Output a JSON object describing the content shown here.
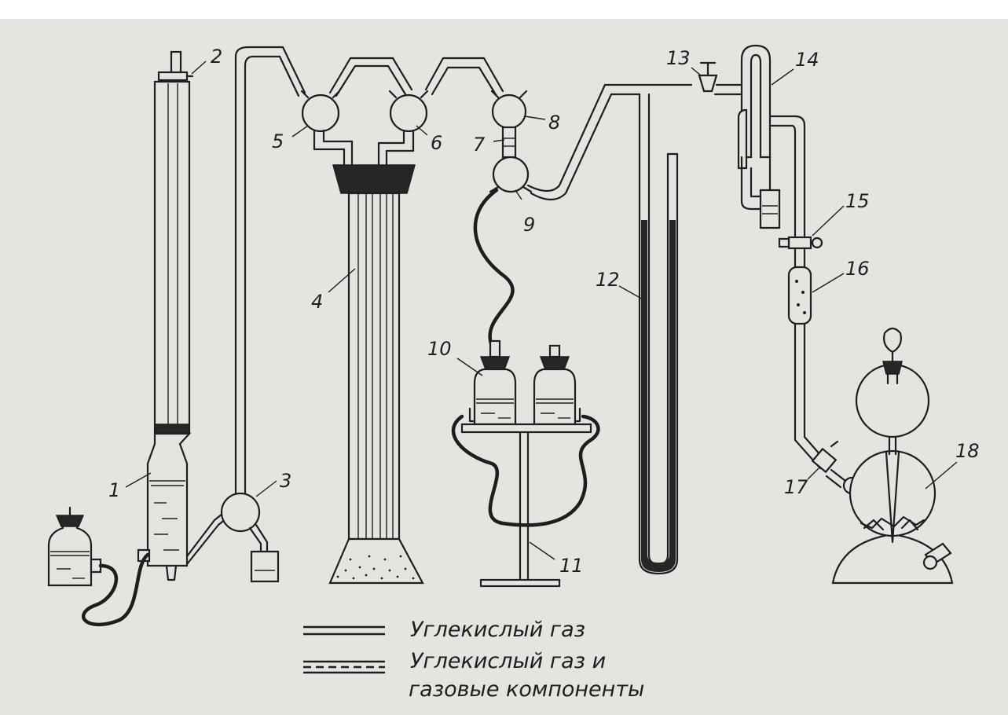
{
  "labels": [
    "1",
    "2",
    "3",
    "4",
    "5",
    "6",
    "7",
    "8",
    "9",
    "10",
    "11",
    "12",
    "13",
    "14",
    "15",
    "16",
    "17",
    "18"
  ],
  "legend": {
    "line1": "Углекислый газ",
    "line2a": "Углекислый газ и",
    "line2b": "газовые компоненты"
  },
  "colors": {
    "paper": "#e4e4e1",
    "ink": "#1e1e1e"
  }
}
